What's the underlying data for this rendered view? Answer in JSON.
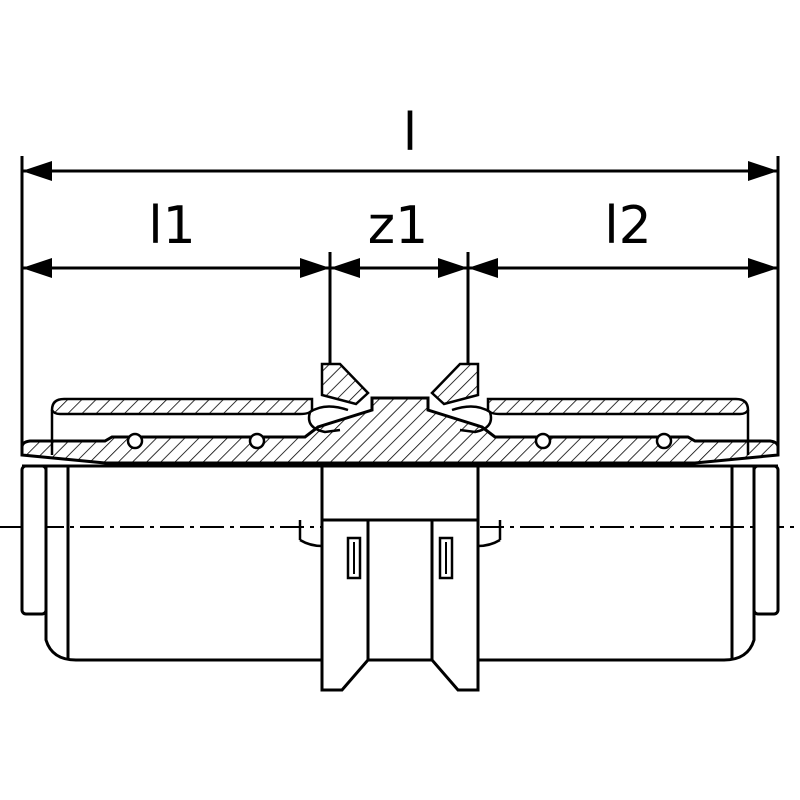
{
  "dimensions": {
    "overall": "l",
    "left": "l1",
    "middle": "z1",
    "right": "l2"
  },
  "colors": {
    "line": "#000000",
    "background": "#ffffff"
  }
}
